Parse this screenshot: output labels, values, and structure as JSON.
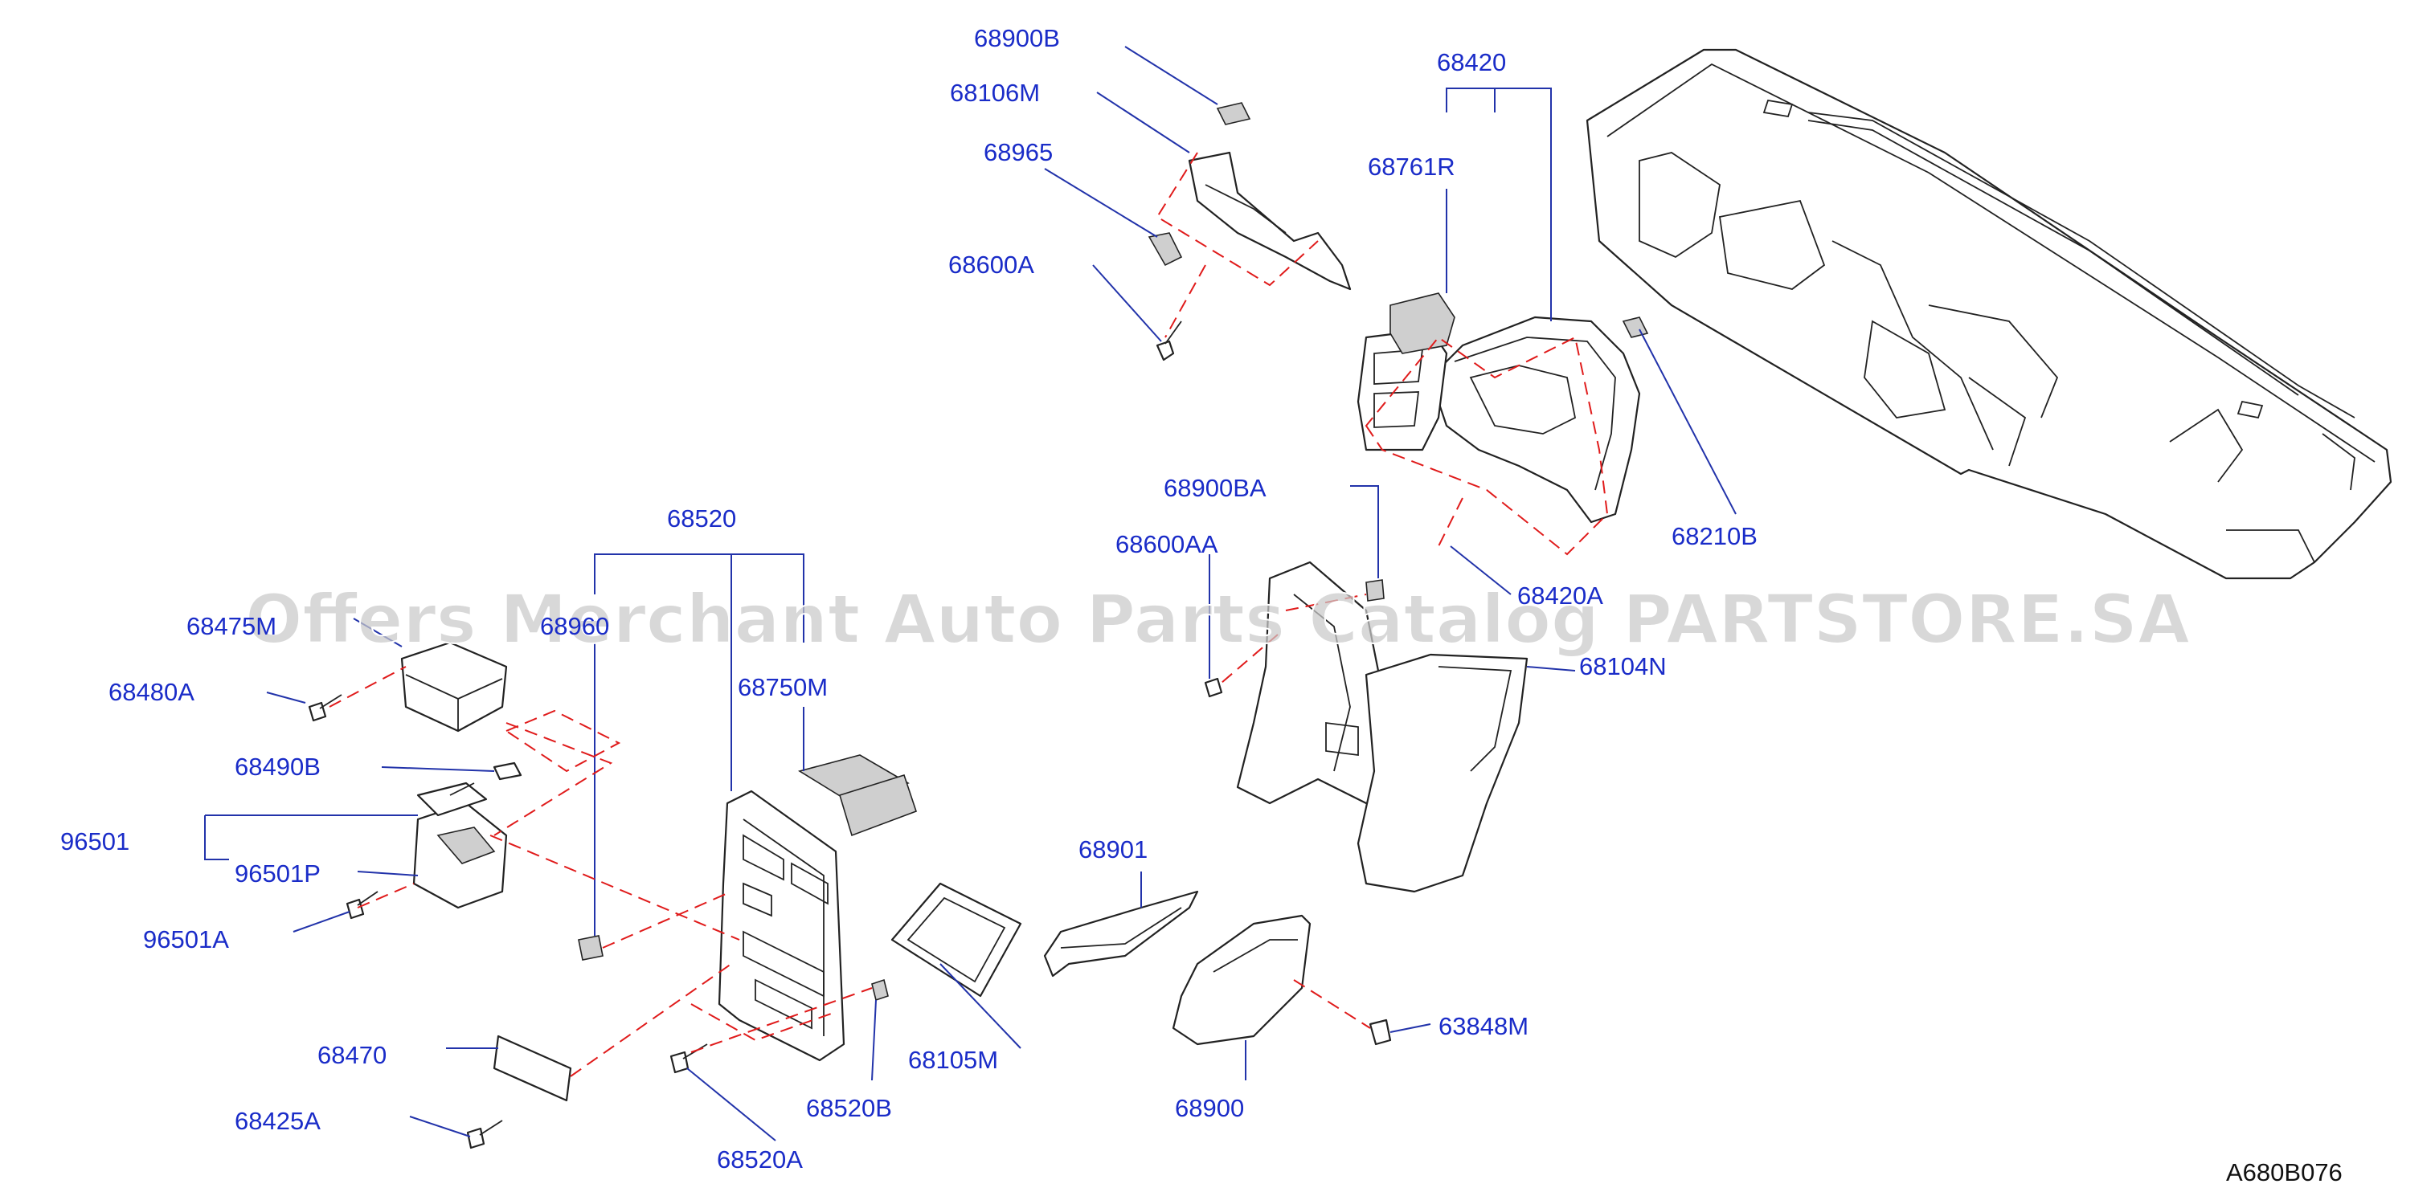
{
  "watermark": "Offers Merchant Auto Parts Catalog PARTSTORE.SA",
  "reference_code": "A680B076",
  "labels": {
    "p68900B": "68900B",
    "p68106M": "68106M",
    "p68965": "68965",
    "p68600A": "68600A",
    "p68420": "68420",
    "p68761R": "68761R",
    "p68210B": "68210B",
    "p68900BA": "68900BA",
    "p68600AA": "68600AA",
    "p68420A": "68420A",
    "p68104N": "68104N",
    "p68520": "68520",
    "p68475M": "68475M",
    "p68960": "68960",
    "p68480A": "68480A",
    "p68750M": "68750M",
    "p68490B": "68490B",
    "p96501": "96501",
    "p96501P": "96501P",
    "p96501A": "96501A",
    "p68901": "68901",
    "p68470": "68470",
    "p68425A": "68425A",
    "p68105M": "68105M",
    "p63848M": "63848M",
    "p68520B": "68520B",
    "p68900": "68900",
    "p68520A": "68520A"
  },
  "colors": {
    "label": "#1a2cc8",
    "leader": "#2233aa",
    "dashed_guide": "#e01b1b",
    "watermark": "#c9c9c9"
  }
}
